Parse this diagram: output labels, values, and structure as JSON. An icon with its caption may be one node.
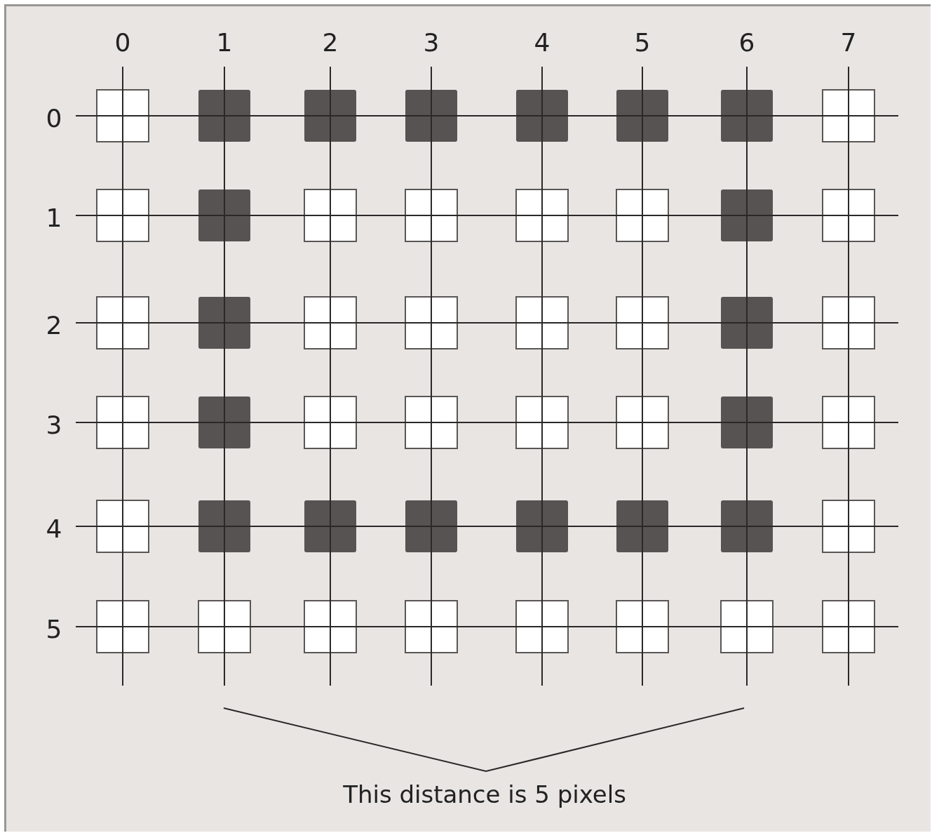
{
  "diagram": {
    "labels": [
      "0",
      "1",
      "2",
      "3",
      "4",
      "5",
      "6",
      "7",
      "0",
      "1",
      "2",
      "3",
      "4",
      "5",
      "This distance is 5 pixels"
    ]
  }
}
